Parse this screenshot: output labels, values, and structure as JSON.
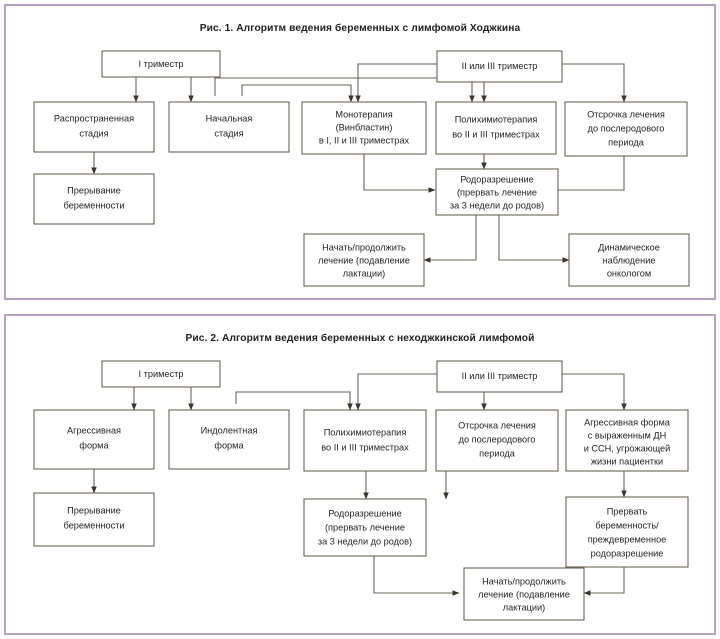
{
  "figures": [
    {
      "id": "figure-1",
      "title": "Рис. 1. Алгоритм ведения беременных с лимфомой Ходжкина",
      "nodes": [
        {
          "id": "f1-trimester-1",
          "name": "node-first-trimester",
          "lines": [
            "I триместр"
          ]
        },
        {
          "id": "f1-trimester-23",
          "name": "node-second-third-trimester",
          "lines": [
            "II или III триместр"
          ]
        },
        {
          "id": "f1-advanced-stage",
          "name": "node-advanced-stage",
          "lines": [
            "Распространенная",
            "стадия"
          ]
        },
        {
          "id": "f1-initial-stage",
          "name": "node-initial-stage",
          "lines": [
            "Начальная",
            "стадия"
          ]
        },
        {
          "id": "f1-monotherapy",
          "name": "node-monotherapy",
          "lines": [
            "Монотерапия",
            "(Винбластин)",
            "в I, II и III триместрах"
          ]
        },
        {
          "id": "f1-polychemo",
          "name": "node-polychemotherapy",
          "lines": [
            "Полихимиотерапия",
            "во II и III триместрах"
          ]
        },
        {
          "id": "f1-postpone",
          "name": "node-postpone-treatment",
          "lines": [
            "Отсрочка лечения",
            "до послеродового",
            "периода"
          ]
        },
        {
          "id": "f1-termination",
          "name": "node-pregnancy-termination",
          "lines": [
            "Прерывание",
            "беременности"
          ]
        },
        {
          "id": "f1-delivery",
          "name": "node-delivery",
          "lines": [
            "Родоразрешение",
            "(прервать лечение",
            "за 3 недели до родов)"
          ]
        },
        {
          "id": "f1-start-treatment",
          "name": "node-start-continue-treatment",
          "lines": [
            "Начать/продолжить",
            "лечение (подавление",
            "лактации)"
          ]
        },
        {
          "id": "f1-observation",
          "name": "node-dynamic-observation",
          "lines": [
            "Динамическое",
            "наблюдение",
            "онкологом"
          ]
        }
      ]
    },
    {
      "id": "figure-2",
      "title": "Рис. 2. Алгоритм ведения беременных с неходжкинской лимфомой",
      "nodes": [
        {
          "id": "f2-trimester-1",
          "name": "node-first-trimester",
          "lines": [
            "I триместр"
          ]
        },
        {
          "id": "f2-trimester-23",
          "name": "node-second-third-trimester",
          "lines": [
            "II или III триместр"
          ]
        },
        {
          "id": "f2-aggressive",
          "name": "node-aggressive-form",
          "lines": [
            "Агрессивная",
            "форма"
          ]
        },
        {
          "id": "f2-indolent",
          "name": "node-indolent-form",
          "lines": [
            "Индолентная",
            "форма"
          ]
        },
        {
          "id": "f2-polychemo",
          "name": "node-polychemotherapy",
          "lines": [
            "Полихимиотерапия",
            "во II и III триместрах"
          ]
        },
        {
          "id": "f2-postpone",
          "name": "node-postpone-treatment",
          "lines": [
            "Отсрочка лечения",
            "до послеродового",
            "периода"
          ]
        },
        {
          "id": "f2-aggressive-severe",
          "name": "node-aggressive-form-severe",
          "lines": [
            "Агрессивная форма",
            "с выраженным ДН",
            "и ССН, угрожающей",
            "жизни пациентки"
          ]
        },
        {
          "id": "f2-termination",
          "name": "node-pregnancy-termination",
          "lines": [
            "Прерывание",
            "беременности"
          ]
        },
        {
          "id": "f2-delivery",
          "name": "node-delivery",
          "lines": [
            "Родоразрешение",
            "(прервать лечение",
            "за 3 недели до родов)"
          ]
        },
        {
          "id": "f2-terminate-preterm",
          "name": "node-terminate-preterm-delivery",
          "lines": [
            "Прервать",
            "беременность/",
            "преждевременное",
            "родоразрешение"
          ]
        },
        {
          "id": "f2-start-treatment",
          "name": "node-start-continue-treatment",
          "lines": [
            "Начать/продолжить",
            "лечение (подавление",
            "лактации)"
          ]
        }
      ]
    }
  ],
  "colors": {
    "frame": "#b79fc0",
    "box_border": "#6b6357",
    "text": "#231f20",
    "arrow": "#3a342c",
    "background": "#ffffff"
  }
}
